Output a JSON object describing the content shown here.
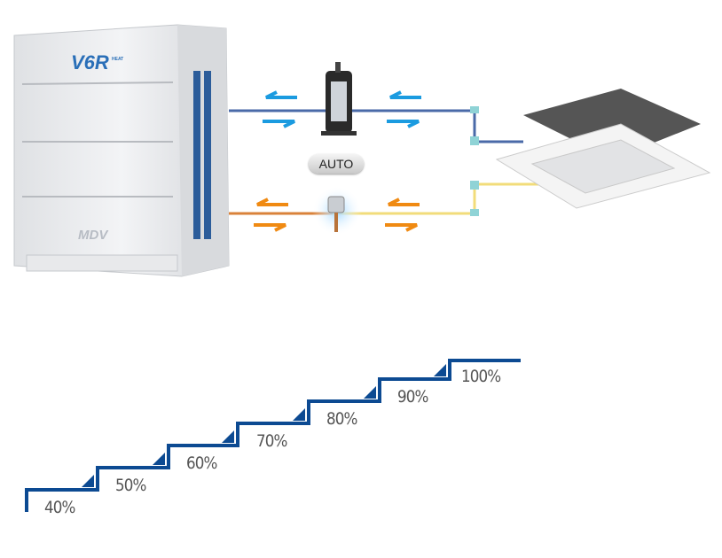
{
  "outdoor_unit": {
    "model_logo": "V6R",
    "logo_sub": "HEAT",
    "brand": "MDV"
  },
  "auto_badge": "AUTO",
  "capacity_steps": [
    "40%",
    "50%",
    "60%",
    "70%",
    "80%",
    "90%",
    "100%"
  ],
  "colors": {
    "gas_pipe": "#4a6aa8",
    "liquid_pipe_hot": "#d9823a",
    "liquid_pipe": "#f2dc7a",
    "arrow_blue": "#1b9be0",
    "arrow_orange": "#f08a12",
    "stair": "#0c4a92",
    "text": "#555555"
  }
}
